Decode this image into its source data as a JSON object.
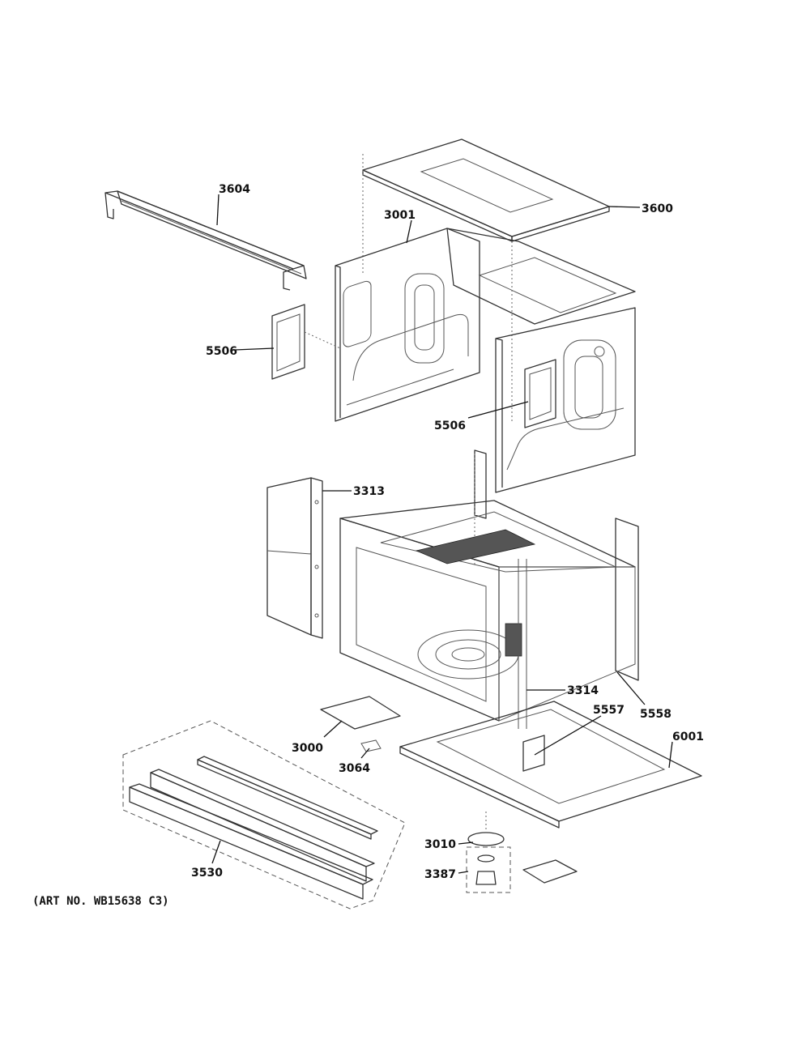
{
  "diagram": {
    "art_number": "(ART NO. WB15638 C3)",
    "callouts": [
      {
        "id": "3604",
        "label": "3604"
      },
      {
        "id": "3600",
        "label": "3600"
      },
      {
        "id": "3001",
        "label": "3001"
      },
      {
        "id": "5506a",
        "label": "5506"
      },
      {
        "id": "5506b",
        "label": "5506"
      },
      {
        "id": "3313",
        "label": "3313"
      },
      {
        "id": "3314",
        "label": "3314"
      },
      {
        "id": "5557",
        "label": "5557"
      },
      {
        "id": "5558",
        "label": "5558"
      },
      {
        "id": "6001",
        "label": "6001"
      },
      {
        "id": "3000",
        "label": "3000"
      },
      {
        "id": "3064",
        "label": "3064"
      },
      {
        "id": "3010",
        "label": "3010"
      },
      {
        "id": "3387",
        "label": "3387"
      },
      {
        "id": "3530",
        "label": "3530"
      }
    ]
  }
}
